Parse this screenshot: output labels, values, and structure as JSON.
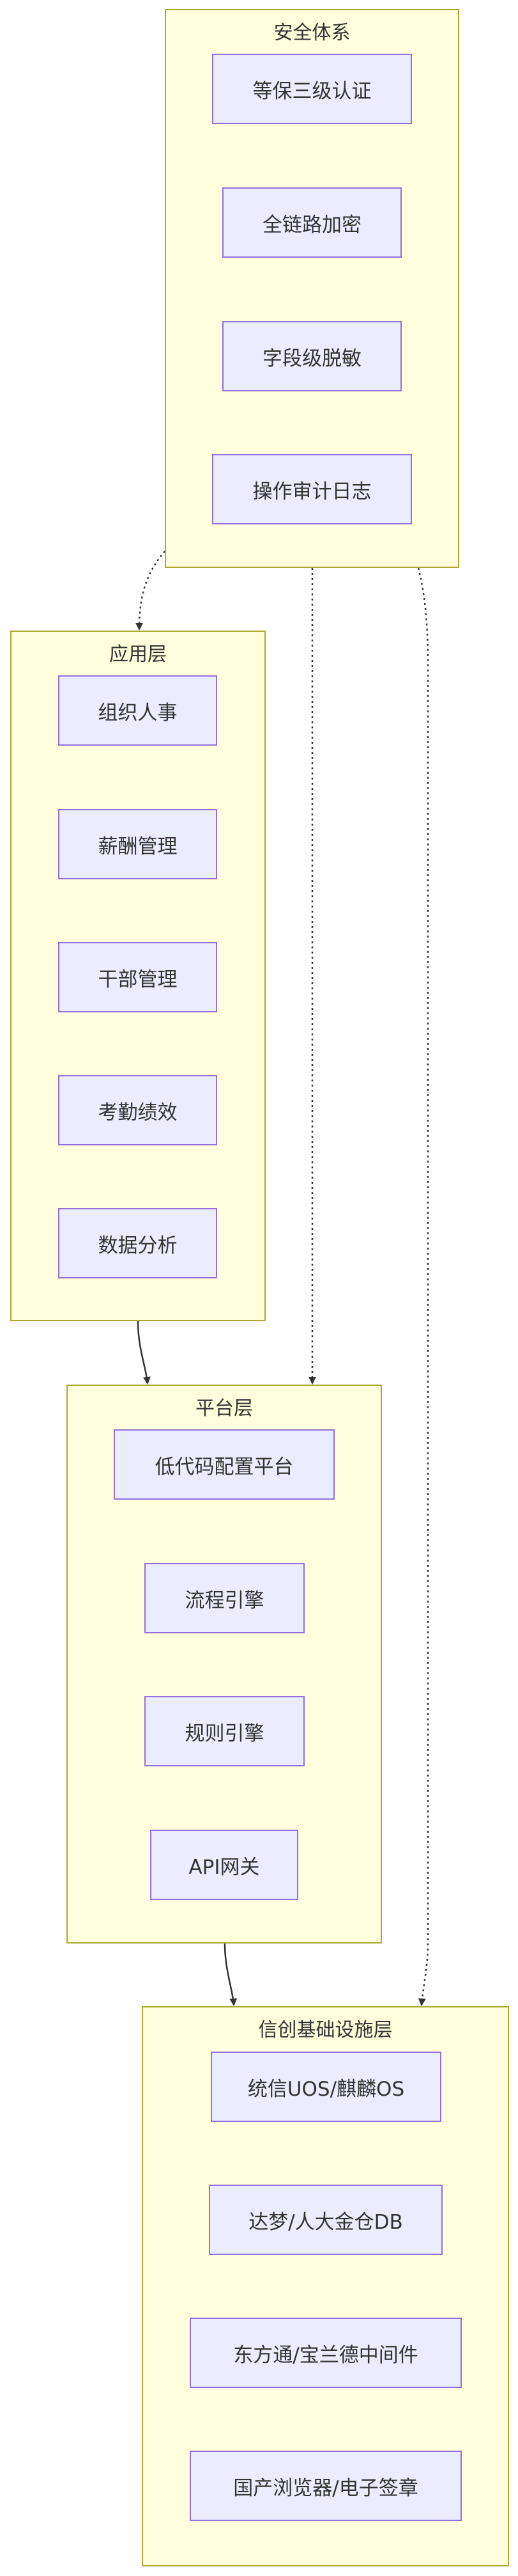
{
  "colors": {
    "cluster_fill": "#ffffde",
    "cluster_border": "#aaaa33",
    "node_fill": "#ececff",
    "node_border": "#9370db",
    "text": "#333333",
    "edge": "#333333"
  },
  "security": {
    "title": "安全体系",
    "items": [
      "等保三级认证",
      "全链路加密",
      "字段级脱敏",
      "操作审计日志"
    ]
  },
  "app": {
    "title": "应用层",
    "items": [
      "组织人事",
      "薪酬管理",
      "干部管理",
      "考勤绩效",
      "数据分析"
    ]
  },
  "platform": {
    "title": "平台层",
    "items": [
      "低代码配置平台",
      "流程引擎",
      "规则引擎",
      "API网关"
    ]
  },
  "infra": {
    "title": "信创基础设施层",
    "items": [
      "统信UOS/麒麟OS",
      "达梦/人大金仓DB",
      "东方通/宝兰德中间件",
      "国产浏览器/电子签章"
    ]
  }
}
